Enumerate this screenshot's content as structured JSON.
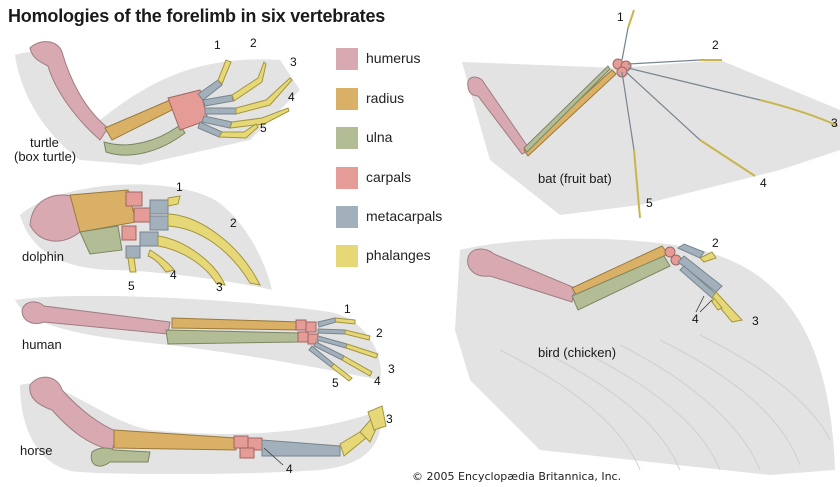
{
  "title": "Homologies of the forelimb in six vertebrates",
  "colors": {
    "humerus": "#d9a9b2",
    "radius": "#d9b066",
    "ulna": "#b3bd95",
    "carpals": "#e59c97",
    "metacarpals": "#a2b0bb",
    "phalanges": "#e6d777",
    "shadow": "#e3e3e3"
  },
  "legend": [
    {
      "label": "humerus",
      "color": "#d9a9b2"
    },
    {
      "label": "radius",
      "color": "#d9b066"
    },
    {
      "label": "ulna",
      "color": "#b3bd95"
    },
    {
      "label": "carpals",
      "color": "#e59c97"
    },
    {
      "label": "metacarpals",
      "color": "#a2b0bb"
    },
    {
      "label": "phalanges",
      "color": "#e6d777"
    }
  ],
  "animals": {
    "turtle": {
      "label_line1": "turtle",
      "label_line2": "(box turtle)",
      "digits": [
        "1",
        "2",
        "3",
        "4",
        "5"
      ]
    },
    "dolphin": {
      "label": "dolphin",
      "digits": [
        "1",
        "2",
        "3",
        "4",
        "5"
      ]
    },
    "human": {
      "label": "human",
      "digits": [
        "1",
        "2",
        "3",
        "4",
        "5"
      ]
    },
    "horse": {
      "label": "horse",
      "digits": [
        "3",
        "4"
      ]
    },
    "bat": {
      "label": "bat (fruit bat)",
      "digits": [
        "1",
        "2",
        "3",
        "4",
        "5"
      ]
    },
    "bird": {
      "label": "bird (chicken)",
      "digits": [
        "2",
        "3",
        "4"
      ]
    }
  },
  "copyright": "© 2005 Encyclopædia Britannica, Inc."
}
